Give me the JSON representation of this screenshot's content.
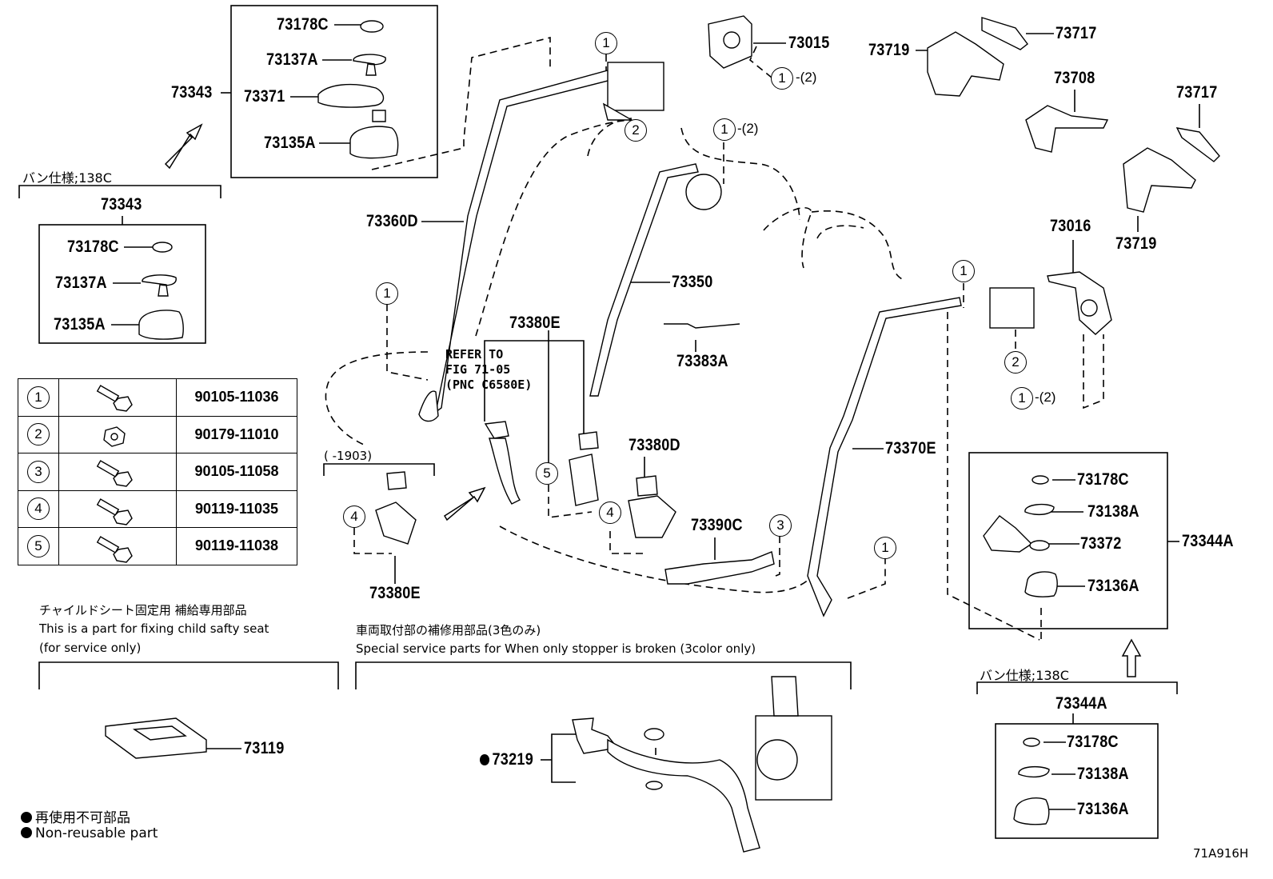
{
  "part_labels": {
    "p73178C_top": "73178C",
    "p73137A_top": "73137A",
    "p73371": "73371",
    "p73135A_top": "73135A",
    "p73343_side": "73343",
    "p73343_box": "73343",
    "p73178C_van": "73178C",
    "p73137A_van": "73137A",
    "p73135A_van": "73135A",
    "p73360D": "73360D",
    "p73015": "73015",
    "p73719_a": "73719",
    "p73717_a": "73717",
    "p73708": "73708",
    "p73717_b": "73717",
    "p73719_b": "73719",
    "p73016": "73016",
    "p73350": "73350",
    "p73380E_top": "73380E",
    "p73383A": "73383A",
    "p73380D": "73380D",
    "p73390C": "73390C",
    "p73370E": "73370E",
    "p73380E_bot": "73380E",
    "p73178C_right": "73178C",
    "p73138A_right": "73138A",
    "p73372": "73372",
    "p73136A_right": "73136A",
    "p73344A_side": "73344A",
    "p73344A_box": "73344A",
    "p73178C_rvan": "73178C",
    "p73138A_rvan": "73138A",
    "p73136A_rvan": "73136A",
    "p73119": "73119",
    "p73219": "73219"
  },
  "callouts": {
    "one": "1",
    "two": "2",
    "three": "3",
    "four": "4",
    "five": "5",
    "sub2": "-(2)"
  },
  "notes": {
    "van_spec": "バン仕様;138C",
    "refer_to": "REFER TO\nFIG 71-05\n(PNC C6580E)",
    "date_range": "(    -1903)",
    "child_seat_jp": "チャイルドシート固定用  補給専用部品",
    "child_seat_en": "This is a part for fixing child safty seat",
    "service_only": "(for service only)",
    "stopper_jp": "車両取付部の補修用部品(3色のみ)",
    "stopper_en": "Special service parts for When only stopper is broken (3color only)",
    "non_reusable_jp": "再使用不可部品",
    "non_reusable_en": "Non-reusable part",
    "figure_code": "71A916H"
  },
  "bolt_table": [
    {
      "ref": "1",
      "part_no": "90105-11036",
      "icon": "bolt-icon"
    },
    {
      "ref": "2",
      "part_no": "90179-11010",
      "icon": "nut-icon"
    },
    {
      "ref": "3",
      "part_no": "90105-11058",
      "icon": "bolt-icon"
    },
    {
      "ref": "4",
      "part_no": "90119-11035",
      "icon": "bolt-icon"
    },
    {
      "ref": "5",
      "part_no": "90119-11038",
      "icon": "bolt-icon"
    }
  ]
}
